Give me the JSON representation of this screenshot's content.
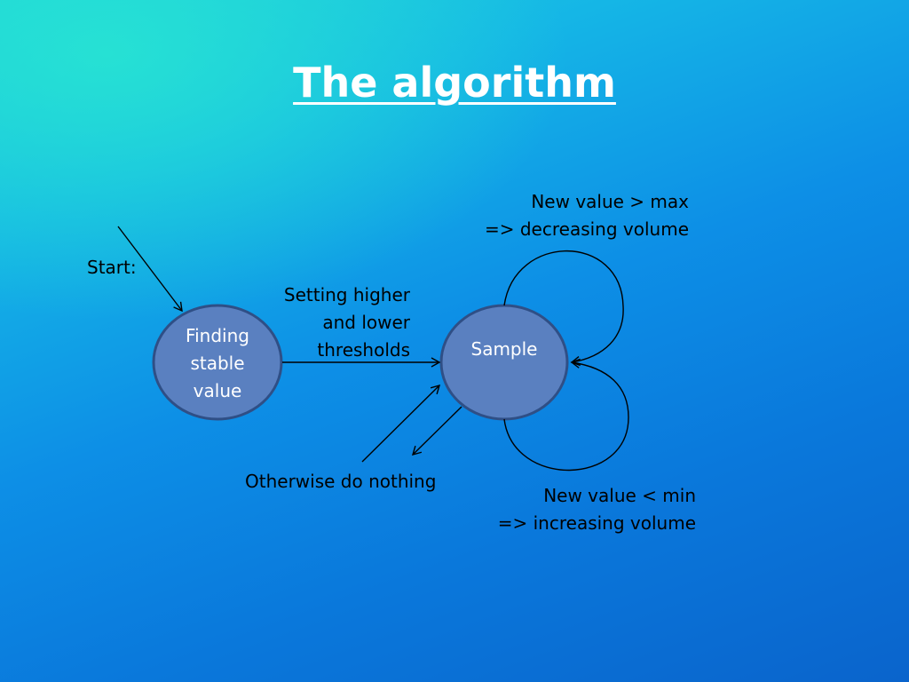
{
  "title": "The algorithm",
  "start_label": "Start:",
  "nodes": {
    "finding": [
      "Finding",
      "stable",
      "value"
    ],
    "sample": "Sample"
  },
  "edges": {
    "thresholds": [
      "Setting higher",
      "and lower",
      "thresholds"
    ],
    "otherwise": "Otherwise do nothing",
    "max": [
      "New value > max",
      "=> decreasing volume"
    ],
    "min": [
      "New value < min",
      "=> increasing volume"
    ]
  },
  "colors": {
    "node_fill": "#5a80c0",
    "node_stroke": "#2f4f86",
    "title": "#ffffff"
  }
}
